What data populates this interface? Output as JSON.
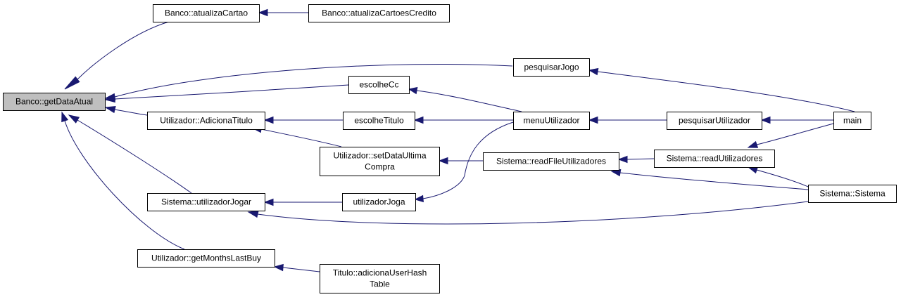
{
  "colors": {
    "edge": "#191970",
    "root_fill": "#bfbfbf",
    "node_fill": "#ffffff",
    "node_border": "#000000"
  },
  "nodes": {
    "getDataAtual": [
      "Banco::getDataAtual"
    ],
    "atualizaCartao": [
      "Banco::atualizaCartao"
    ],
    "atualizaCartoesCredito": [
      "Banco::atualizaCartoesCredito"
    ],
    "pesquisarJogo": [
      "pesquisarJogo"
    ],
    "escolheCc": [
      "escolheCc"
    ],
    "adicionaTitulo": [
      "Utilizador::AdicionaTitulo"
    ],
    "escolheTitulo": [
      "escolheTitulo"
    ],
    "menuUtilizador": [
      "menuUtilizador"
    ],
    "pesquisarUtilizador": [
      "pesquisarUtilizador"
    ],
    "main": [
      "main"
    ],
    "setDataUltimaCompra": [
      "Utilizador::setDataUltima",
      "Compra"
    ],
    "readFileUtilizadores": [
      "Sistema::readFileUtilizadores"
    ],
    "readUtilizadores": [
      "Sistema::readUtilizadores"
    ],
    "sistemaSistema": [
      "Sistema::Sistema"
    ],
    "utilizadorJogar": [
      "Sistema::utilizadorJogar"
    ],
    "utilizadorJoga": [
      "utilizadorJoga"
    ],
    "getMonthsLastBuy": [
      "Utilizador::getMonthsLastBuy"
    ],
    "adicionaUserHashTable": [
      "Titulo::adicionaUserHash",
      "Table"
    ]
  },
  "edges": [
    {
      "from": "atualizaCartao",
      "to": "getDataAtual"
    },
    {
      "from": "atualizaCartoesCredito",
      "to": "atualizaCartao"
    },
    {
      "from": "pesquisarJogo",
      "to": "getDataAtual"
    },
    {
      "from": "main",
      "to": "pesquisarJogo"
    },
    {
      "from": "escolheCc",
      "to": "getDataAtual"
    },
    {
      "from": "menuUtilizador",
      "to": "escolheCc"
    },
    {
      "from": "adicionaTitulo",
      "to": "getDataAtual"
    },
    {
      "from": "escolheTitulo",
      "to": "adicionaTitulo"
    },
    {
      "from": "menuUtilizador",
      "to": "escolheTitulo"
    },
    {
      "from": "pesquisarUtilizador",
      "to": "menuUtilizador"
    },
    {
      "from": "main",
      "to": "pesquisarUtilizador"
    },
    {
      "from": "setDataUltimaCompra",
      "to": "adicionaTitulo"
    },
    {
      "from": "readFileUtilizadores",
      "to": "setDataUltimaCompra"
    },
    {
      "from": "readUtilizadores",
      "to": "readFileUtilizadores"
    },
    {
      "from": "main",
      "to": "readUtilizadores"
    },
    {
      "from": "sistemaSistema",
      "to": "readUtilizadores"
    },
    {
      "from": "sistemaSistema",
      "to": "readFileUtilizadores"
    },
    {
      "from": "utilizadorJogar",
      "to": "getDataAtual"
    },
    {
      "from": "utilizadorJoga",
      "to": "utilizadorJogar"
    },
    {
      "from": "menuUtilizador",
      "to": "utilizadorJoga"
    },
    {
      "from": "sistemaSistema",
      "to": "utilizadorJogar"
    },
    {
      "from": "getMonthsLastBuy",
      "to": "getDataAtual"
    },
    {
      "from": "adicionaUserHashTable",
      "to": "getMonthsLastBuy"
    }
  ]
}
